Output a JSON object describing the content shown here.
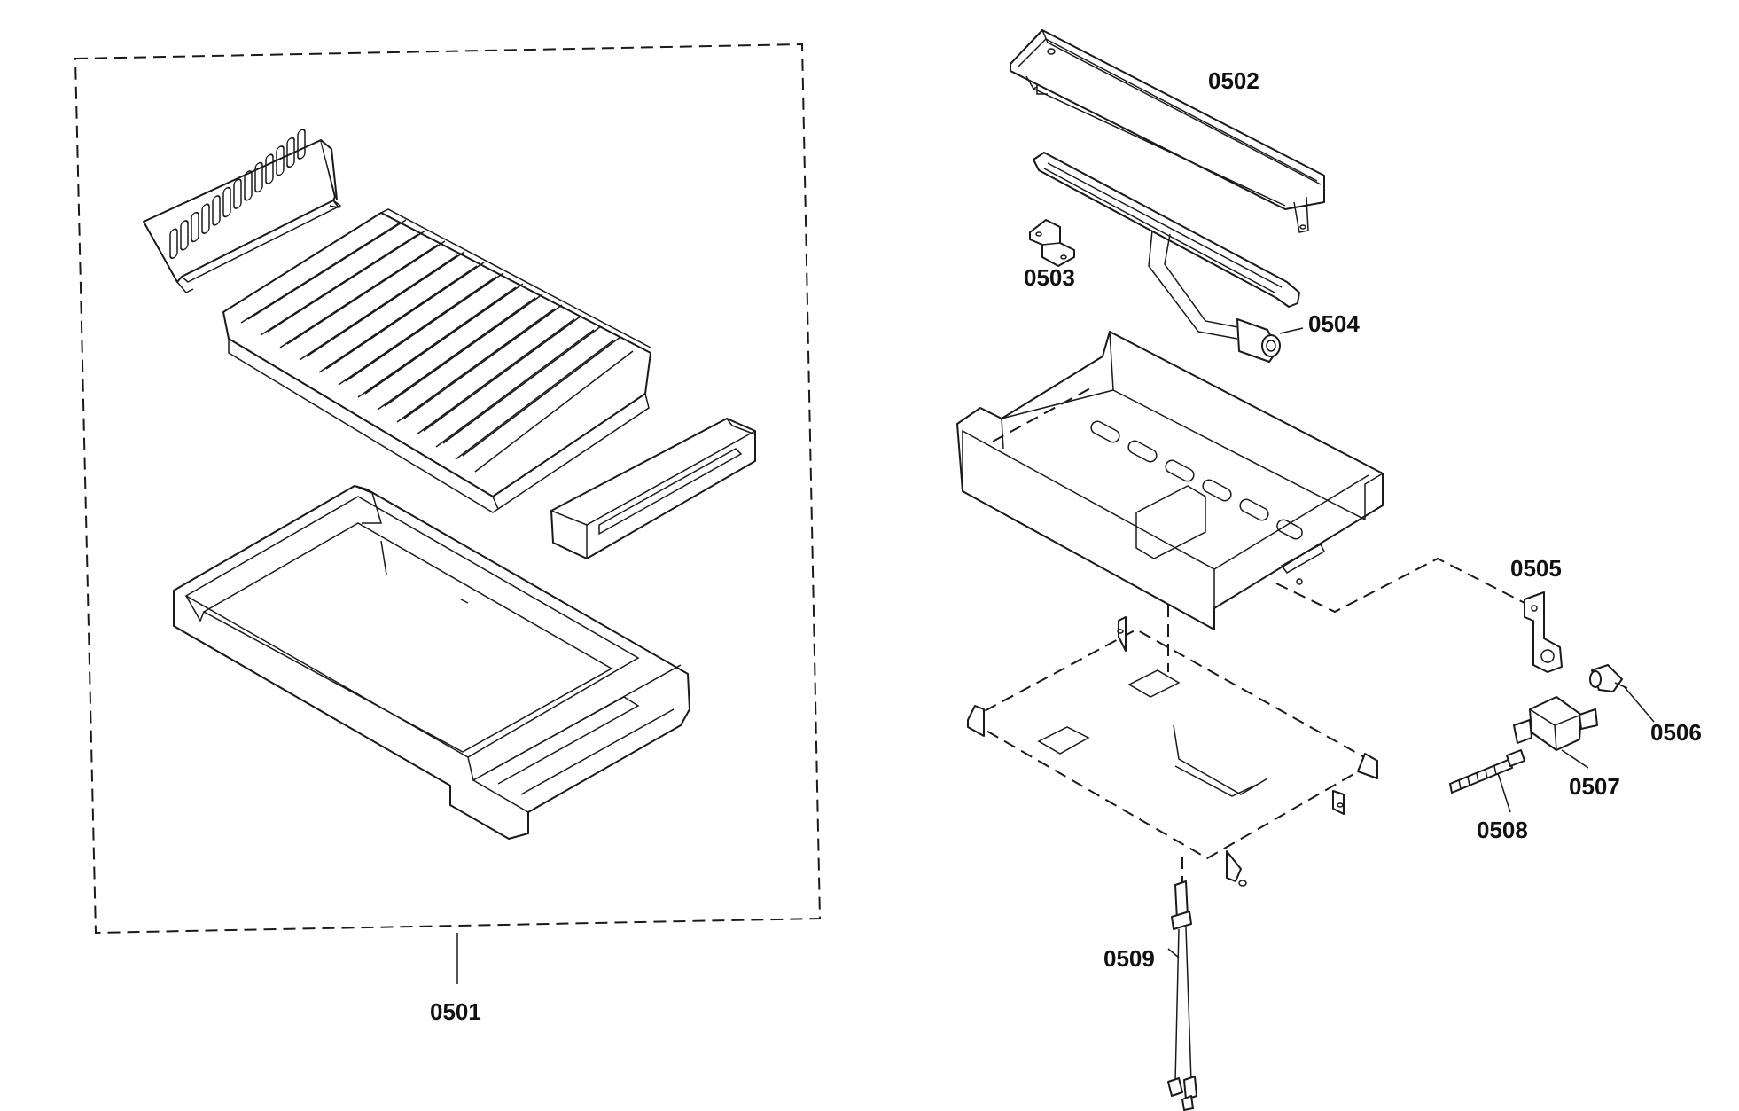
{
  "callouts": {
    "p0501": "0501",
    "p0502": "0502",
    "p0503": "0503",
    "p0504": "0504",
    "p0505": "0505",
    "p0506": "0506",
    "p0507": "0507",
    "p0508": "0508",
    "p0509": "0509"
  }
}
